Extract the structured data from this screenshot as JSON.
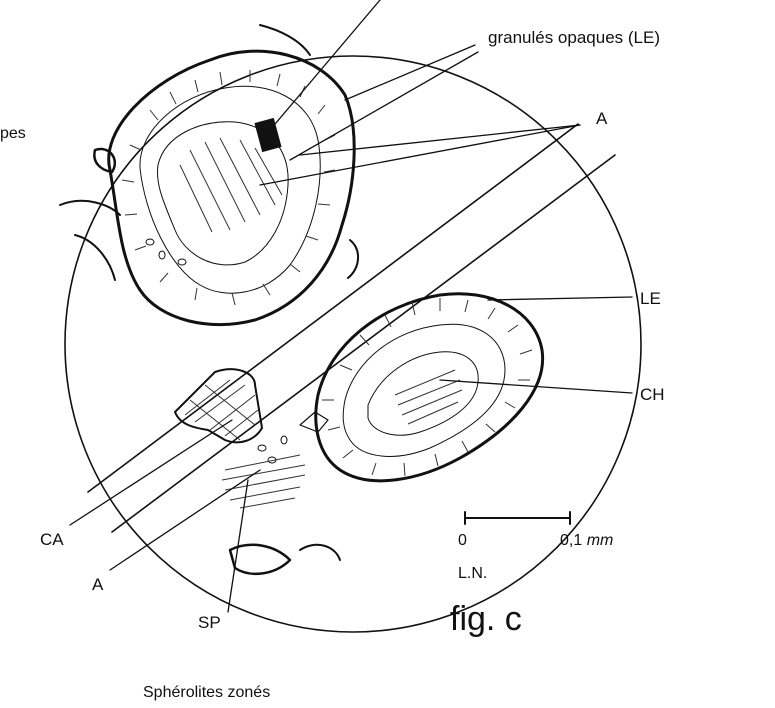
{
  "labels": {
    "granules": "granulés opaques (LE)",
    "pes": "pes",
    "a_top": "A",
    "le": "LE",
    "ch": "CH",
    "ca": "CA",
    "a_bottom": "A",
    "sp": "SP",
    "scale_zero": "0",
    "scale_value": "0,1",
    "scale_unit": "mm",
    "ln": "L.N.",
    "fig": "fig. c",
    "caption": "Sphérolites zonés"
  }
}
